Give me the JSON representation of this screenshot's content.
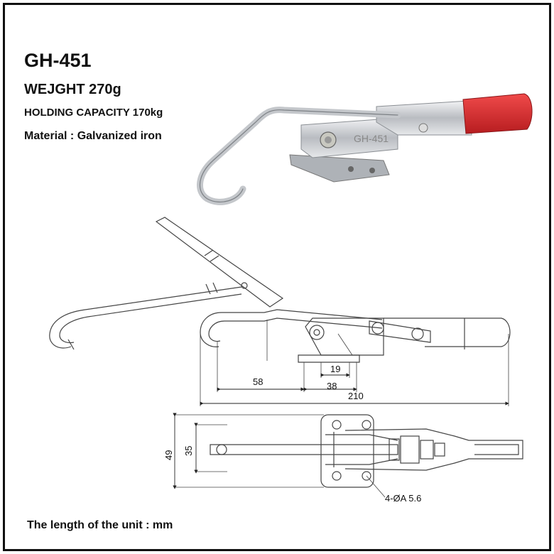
{
  "product": {
    "model": "GH-451",
    "weight": "WEJGHT 270g",
    "holding_capacity": "HOLDING CAPACITY 170kg",
    "material": "Material :  Galvanized iron",
    "part_marking": "GH-451"
  },
  "dimensions": {
    "d19": "19",
    "d58": "58",
    "d38": "38",
    "d210": "210",
    "d49": "49",
    "d35": "35",
    "holes": "4-ØA 5.6"
  },
  "footer": {
    "unit_note": "The length of the unit  : mm"
  },
  "colors": {
    "handle_grip": "#d8262a",
    "metal": "#c9ccd0",
    "line": "#333333"
  }
}
